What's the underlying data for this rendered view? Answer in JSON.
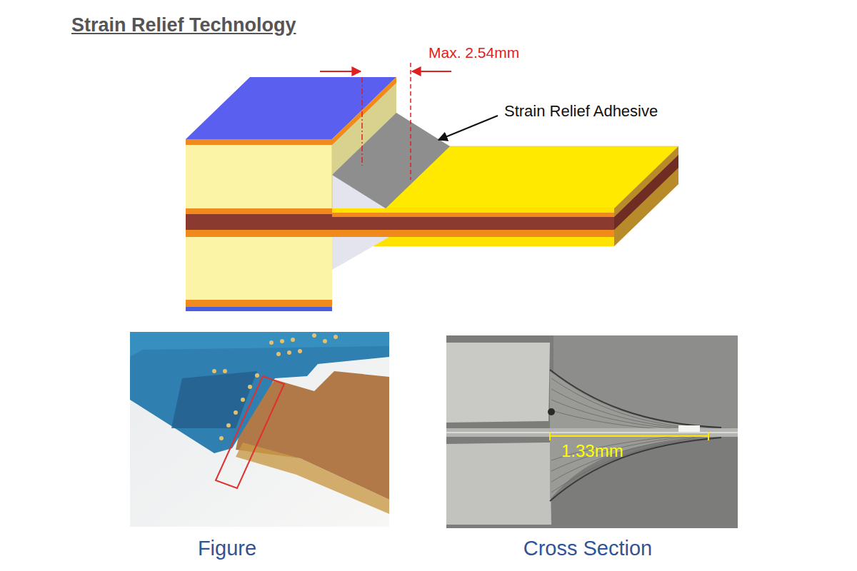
{
  "diagram": {
    "title": "Strain Relief Technology",
    "labels": [
      "Max. 2.54mm",
      "Strain Relief Adhesive",
      "1.33mm",
      "Figure",
      "Cross Section"
    ]
  }
}
